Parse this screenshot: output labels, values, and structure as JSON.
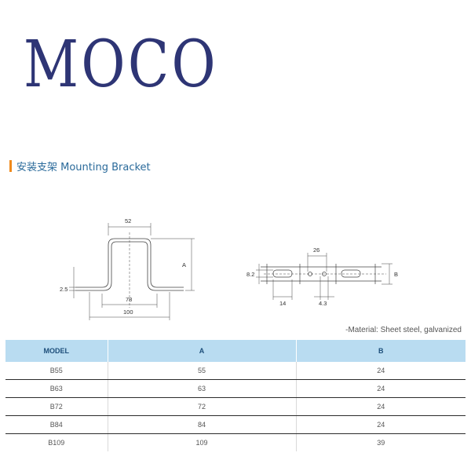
{
  "logo": {
    "text": "MOCO",
    "color": "#2e3575"
  },
  "section": {
    "title": "安装支架 Mounting Bracket",
    "accent": "#f08a1c"
  },
  "drawing_front": {
    "dim_top": "52",
    "dim_height": "A",
    "dim_flange": "2.5",
    "dim_inner": "78",
    "dim_overall": "100"
  },
  "drawing_top": {
    "dim_width": "8.2",
    "dim_slot": "26",
    "dim_b": "B",
    "dim_14": "14",
    "dim_43": "4.3"
  },
  "note": "-Material: Sheet steel, galvanized",
  "table": {
    "headers": [
      "MODEL",
      "A",
      "B"
    ],
    "rows": [
      [
        "B55",
        "55",
        "24"
      ],
      [
        "B63",
        "63",
        "24"
      ],
      [
        "B72",
        "72",
        "24"
      ],
      [
        "B84",
        "84",
        "24"
      ],
      [
        "B109",
        "109",
        "39"
      ]
    ],
    "header_bg": "#b9dcf1"
  }
}
